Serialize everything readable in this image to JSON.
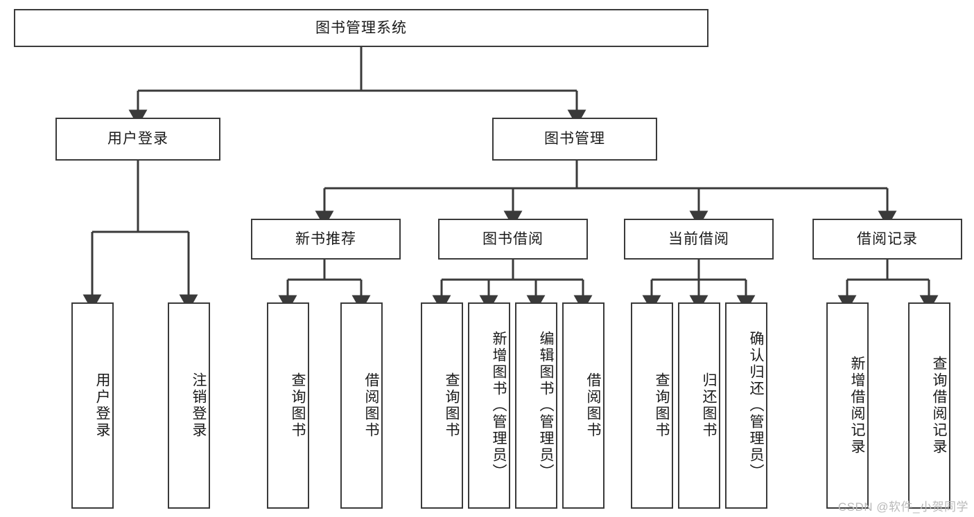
{
  "diagram": {
    "title_node": {
      "label": "图书管理系统"
    },
    "level2": [
      {
        "id": "user-login",
        "label": "用户登录"
      },
      {
        "id": "book-management",
        "label": "图书管理"
      }
    ],
    "level3": [
      {
        "id": "new-book-recommend",
        "label": "新书推荐"
      },
      {
        "id": "book-borrow",
        "label": "图书借阅"
      },
      {
        "id": "current-borrow",
        "label": "当前借阅"
      },
      {
        "id": "borrow-record",
        "label": "借阅记录"
      }
    ],
    "leaves": [
      {
        "id": "leaf-user-login",
        "label": "用户登录",
        "parent": "user-login"
      },
      {
        "id": "leaf-logout",
        "label": "注销登录",
        "parent": "user-login"
      },
      {
        "id": "leaf-query-book-1",
        "label": "查询图书",
        "parent": "new-book-recommend"
      },
      {
        "id": "leaf-borrow-book-1",
        "label": "借阅图书",
        "parent": "new-book-recommend"
      },
      {
        "id": "leaf-query-book-2",
        "label": "查询图书",
        "parent": "book-borrow"
      },
      {
        "id": "leaf-add-book",
        "label": "新增图书（管理员）",
        "parent": "book-borrow"
      },
      {
        "id": "leaf-edit-book",
        "label": "编辑图书（管理员）",
        "parent": "book-borrow"
      },
      {
        "id": "leaf-borrow-book-2",
        "label": "借阅图书",
        "parent": "book-borrow"
      },
      {
        "id": "leaf-query-book-3",
        "label": "查询图书",
        "parent": "current-borrow"
      },
      {
        "id": "leaf-return-book",
        "label": "归还图书",
        "parent": "current-borrow"
      },
      {
        "id": "leaf-confirm-return",
        "label": "确认归还（管理员）",
        "parent": "current-borrow"
      },
      {
        "id": "leaf-add-record",
        "label": "新增借阅记录",
        "parent": "borrow-record"
      },
      {
        "id": "leaf-query-record",
        "label": "查询借阅记录",
        "parent": "borrow-record"
      }
    ],
    "watermark": "CSDN @软件_小贺同学",
    "colors": {
      "stroke": "#3a3a3a",
      "background": "#ffffff",
      "text": "#1a1a1a",
      "watermark": "#b9b9b9"
    }
  }
}
